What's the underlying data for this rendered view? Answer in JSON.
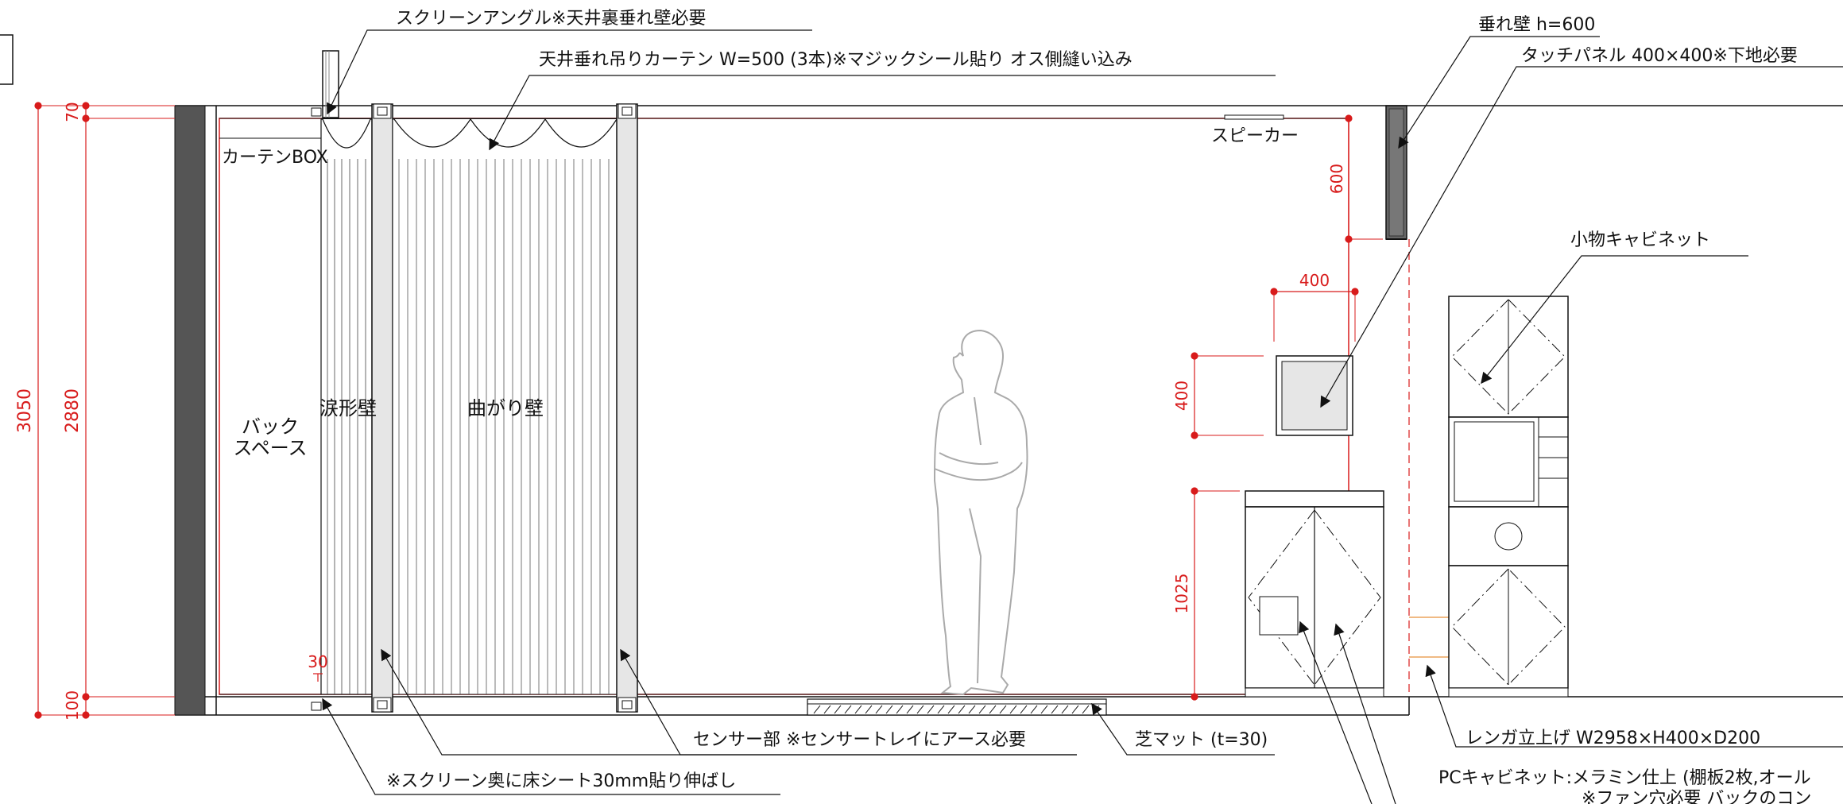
{
  "annotations": {
    "screen_angle": "スクリーンアングル※天井裏垂れ壁必要",
    "ceiling_curtain": "天井垂れ吊りカーテン W=500 (3本)※マジックシール貼り オス側縫い込み",
    "hanging_wall": "垂れ壁 h=600",
    "touch_panel": "タッチパネル 400×400※下地必要",
    "small_cabinet": "小物キャビネット",
    "sensor": "センサー部 ※センサートレイにアース必要",
    "turf_mat": "芝マット (t=30)",
    "floor_sheet": "※スクリーン奥に床シート30mm貼り伸ばし",
    "brick": "レンガ立上げ W2958×H400×D200",
    "pc_cabinet_line1": "PCキャビネット:メラミン仕上 (棚板2枚,オール",
    "pc_cabinet_line2": "※ファン穴必要 バックのコン"
  },
  "labels": {
    "curtain_box": "カーテンBOX",
    "speaker": "スピーカー",
    "back_space_1": "バック",
    "back_space_2": "スペース",
    "teardrop_wall": "涙形壁",
    "curved_wall": "曲がり壁"
  },
  "dimensions": {
    "total_height": "3050",
    "inner_height": "2880",
    "top_gap": "70",
    "bottom_gap": "100",
    "sensor_offset": "30",
    "hanging_wall_height": "600",
    "panel_width": "400",
    "panel_height": "400",
    "cabinet_height": "1025"
  },
  "colors": {
    "dimension": "#d81b1b",
    "line": "#111111",
    "wall_fill": "#555555",
    "panel_fill": "#e6e6e6"
  }
}
